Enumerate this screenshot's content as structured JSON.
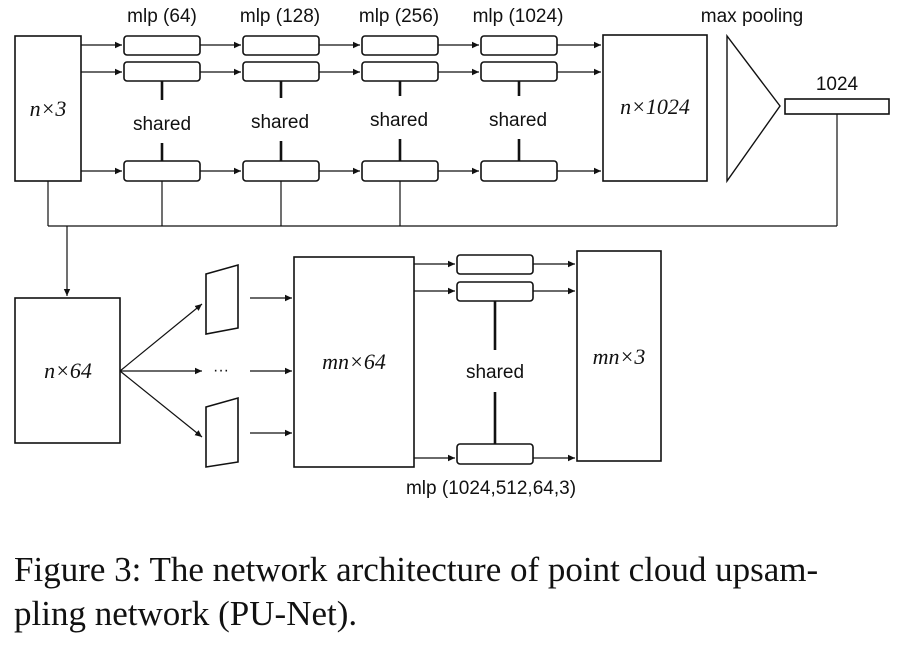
{
  "labels": {
    "mlp_64": "mlp (64)",
    "mlp_128": "mlp (128)",
    "mlp_256": "mlp (256)",
    "mlp_1024": "mlp (1024)",
    "max_pooling": "max pooling",
    "global_feature": "1024",
    "shared": "shared",
    "input_points": "n×3",
    "point_features": "n×1024",
    "concat_features": "n×64",
    "expanded_features": "mn×64",
    "output_points": "mn×3",
    "ellipsis": "···",
    "mlp_tail": "mlp (1024,512,64,3)"
  },
  "caption": {
    "line1": "Figure 3: The network architecture of point cloud upsam-",
    "line2": "pling network (PU-Net)."
  }
}
